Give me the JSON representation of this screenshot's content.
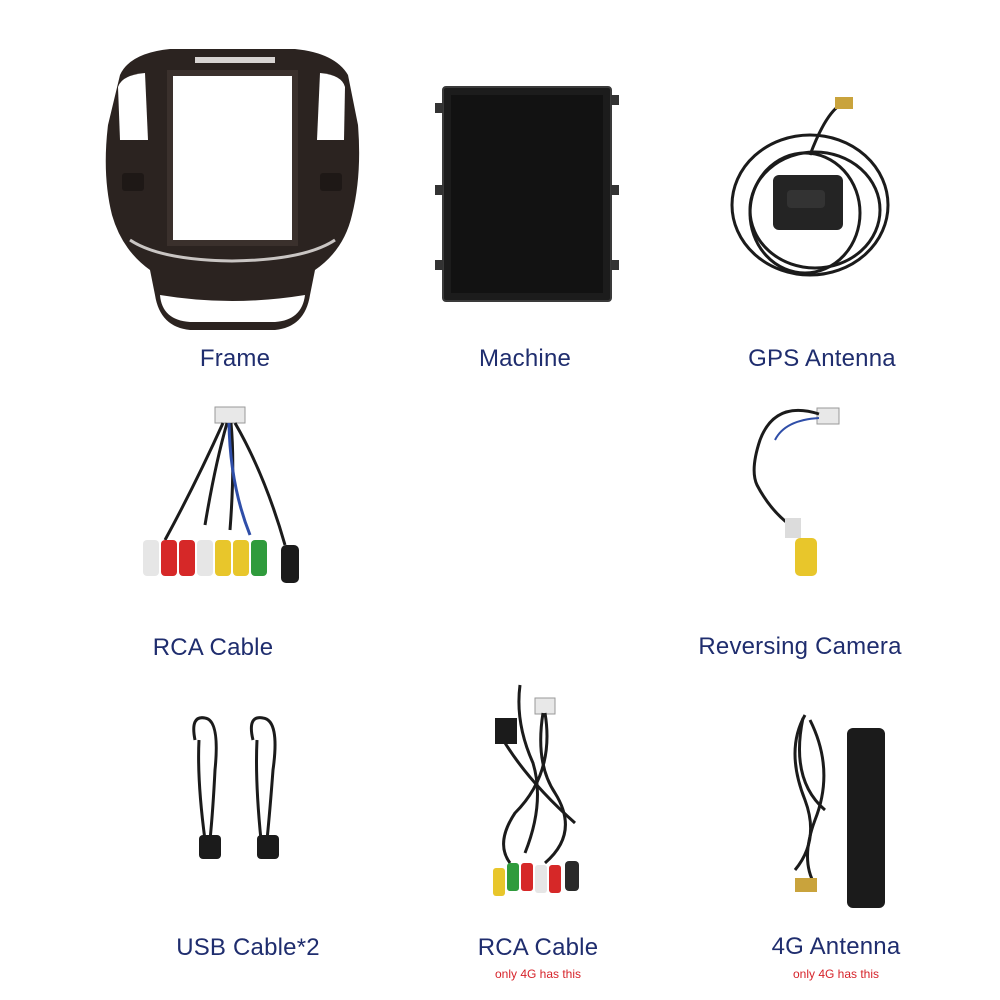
{
  "items": {
    "frame": {
      "label": "Frame"
    },
    "machine": {
      "label": "Machine"
    },
    "gps_antenna": {
      "label": "GPS Antenna"
    },
    "rca_cable_1": {
      "label": "RCA Cable"
    },
    "reversing_camera": {
      "label": "Reversing Camera"
    },
    "usb_cable": {
      "label": "USB Cable*2"
    },
    "rca_cable_2": {
      "label": "RCA Cable",
      "note": "only 4G has this"
    },
    "antenna_4g": {
      "label": "4G Antenna",
      "note": "only 4G has this"
    }
  },
  "colors": {
    "caption": "#1f2d6e",
    "note": "#d6232a",
    "frame_body": "#2a221f",
    "screen": "#1a1a1a",
    "cable": "#1b1b1b"
  }
}
